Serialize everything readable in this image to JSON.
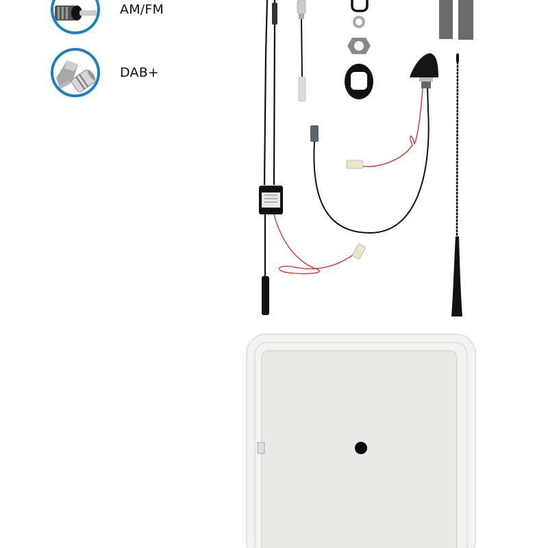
{
  "legend": {
    "items": [
      {
        "label": "AM/FM",
        "icon": "din-plug-icon"
      },
      {
        "label": "DAB+",
        "icon": "smb-angled-connector-icon"
      }
    ],
    "accent_color": "#1c7fc1"
  },
  "product_parts": [
    {
      "name": "am-fm-cable-with-splitter"
    },
    {
      "name": "dab-cable-with-connector"
    },
    {
      "name": "grommet-washer-nut-set"
    },
    {
      "name": "foam-pads"
    },
    {
      "name": "roof-antenna-base"
    },
    {
      "name": "antenna-mast"
    },
    {
      "name": "power-wire-red"
    },
    {
      "name": "mounting-plate"
    }
  ]
}
